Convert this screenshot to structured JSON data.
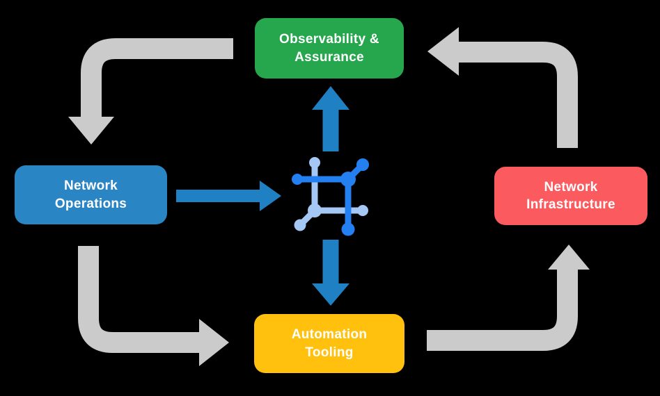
{
  "diagram": {
    "background_color": "#000000",
    "text_color": "#ffffff",
    "nodes": [
      {
        "id": "observability-assurance",
        "position": "top",
        "color": "#26a74d",
        "label_lines": [
          "Observability &",
          "Assurance"
        ]
      },
      {
        "id": "network-operations",
        "position": "left",
        "color": "#2a85c4",
        "label_lines": [
          "Network",
          "Operations"
        ]
      },
      {
        "id": "network-infrastructure",
        "position": "right",
        "color": "#fb5a5e",
        "label_lines": [
          "Network",
          "Infrastructure"
        ]
      },
      {
        "id": "automation-tooling",
        "position": "bottom",
        "color": "#ffc10d",
        "label_lines": [
          "Automation",
          "Tooling"
        ]
      }
    ],
    "center_icon": {
      "name": "netbox-mesh-icon",
      "dark_color": "#2480f0",
      "light_color": "#a4c7f4"
    },
    "arrows": {
      "cycle_color": "#cbcbcb",
      "hub_color": "#1f80c3",
      "cycle": [
        {
          "from": "Observability & Assurance",
          "to": "Network Operations"
        },
        {
          "from": "Network Operations",
          "to": "Automation Tooling"
        },
        {
          "from": "Automation Tooling",
          "to": "Network Infrastructure"
        },
        {
          "from": "Network Infrastructure",
          "to": "Observability & Assurance"
        }
      ],
      "hub": [
        {
          "from": "Network Operations",
          "to": "center-icon"
        },
        {
          "from": "center-icon",
          "to": "Observability & Assurance"
        },
        {
          "from": "center-icon",
          "to": "Automation Tooling"
        }
      ]
    }
  }
}
